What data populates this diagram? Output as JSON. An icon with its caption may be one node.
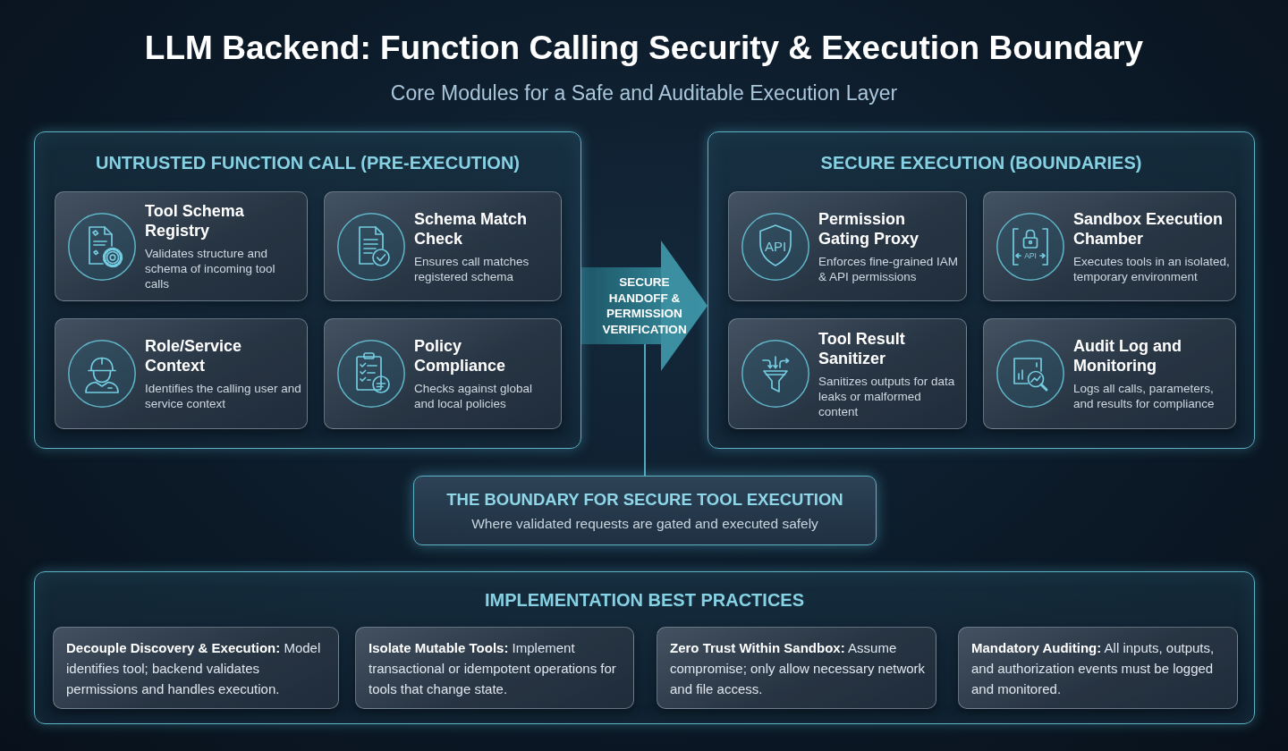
{
  "diagram": {
    "title": "LLM Backend: Function Calling Security & Execution Boundary",
    "nodes": [
      {
        "text": [
          "UNTRUSTED FUNCTION CALL (PRE-EXECUTION)"
        ]
      },
      {
        "text": [
          "Tool Schema Registry",
          "Validates structure and schema of incoming tool calls"
        ],
        "in": 0
      },
      {
        "text": [
          "Schema Match Check",
          "Ensures call matches registered schema"
        ],
        "in": 0
      },
      {
        "text": [
          "Role/Service Context",
          "Identifies the calling user and service context"
        ],
        "in": 0
      },
      {
        "text": [
          "Policy Compliance",
          "Checks against global and local policies"
        ],
        "in": 0
      },
      {
        "text": [
          "SECURE EXECUTION (BOUNDARIES)"
        ]
      },
      {
        "text": [
          "Permission Gating Proxy",
          "Enforces fine-grained IAM & API permissions"
        ],
        "in": 5
      },
      {
        "text": [
          "Sandbox Execution Chamber",
          "Executes tools in an isolated, temporary environment"
        ],
        "in": 5
      },
      {
        "text": [
          "Tool Result Sanitizer",
          "Sanitizes outputs for data leaks or malformed content"
        ],
        "in": 5
      },
      {
        "text": [
          "Audit Log and Monitoring",
          "Logs all calls, parameters, and results for compliance"
        ],
        "in": 5
      },
      {
        "text": [
          "THE BOUNDARY FOR SECURE TOOL EXECUTION",
          "Where validated requests are gated and executed safely"
        ]
      },
      {
        "text": [
          "IMPLEMENTATION BEST PRACTICES"
        ]
      },
      {
        "text": [
          "**Decouple Discovery & Execution:** Model identifies tool; backend validates permissions and handles execution."
        ],
        "in": 11
      },
      {
        "text": [
          "**Isolate Mutable Tools:** Implement transactional or idempotent operations for tools that change state."
        ],
        "in": 11
      },
      {
        "text": [
          "**Zero Trust Within Sandbox:** Assume compromise; only allow necessary network and file access."
        ],
        "in": 11
      },
      {
        "text": [
          "**Mandatory Auditing:** All inputs, outputs, and authorization events must be logged and monitored."
        ],
        "in": 11
      }
    ],
    "edges": [
      {
        "from": 0,
        "to": 5,
        "arrow": "to",
        "label": "SECURE HANDOFF & PERMISSION VERIFICATION",
        "style": "thick"
      },
      {
        "from": null,
        "to": 10,
        "arrow": "none"
      }
    ],
    "labels": [
      "Core Modules for a Safe and Auditable Execution Layer",
      "API",
      "API"
    ]
  }
}
